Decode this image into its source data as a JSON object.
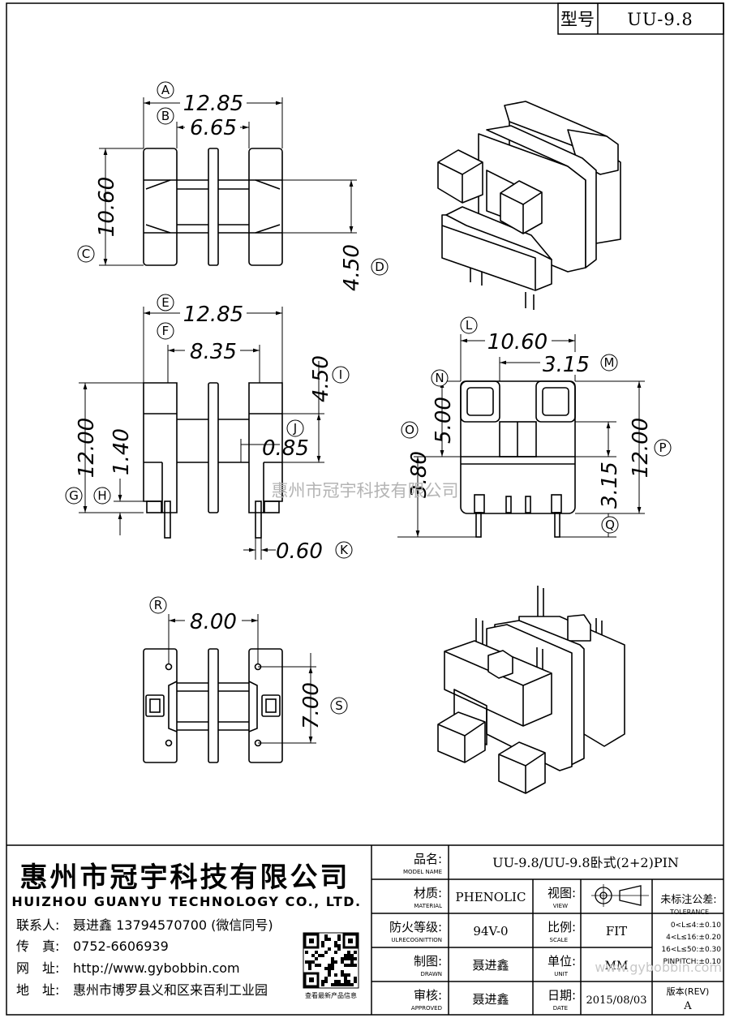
{
  "header": {
    "model_label": "型号",
    "model_value": "UU-9.8"
  },
  "dims": {
    "A": "12.85",
    "B": "6.65",
    "C": "10.60",
    "D": "4.50",
    "E": "12.85",
    "F": "8.35",
    "I": "4.50",
    "J": "0.85",
    "G": "12.00",
    "H": "1.40",
    "K": "0.60",
    "L": "10.60",
    "M": "3.15",
    "N": "5.00",
    "O": "3.80",
    "P": "12.00",
    "Q": "3.15",
    "R": "8.00",
    "S": "7.00"
  },
  "letters": {
    "A": "A",
    "B": "B",
    "C": "C",
    "D": "D",
    "E": "E",
    "F": "F",
    "G": "G",
    "H": "H",
    "I": "I",
    "J": "J",
    "K": "K",
    "L": "L",
    "M": "M",
    "N": "N",
    "O": "O",
    "P": "P",
    "Q": "Q",
    "R": "R",
    "S": "S"
  },
  "watermark": "惠州市冠宇科技有限公司",
  "company": {
    "name_cn": "惠州市冠宇科技有限公司",
    "name_en": "HUIZHOU GUANYU TECHNOLOGY CO., LTD.",
    "contact_label": "联系人:",
    "contact_value": "聂进鑫 13794570700 (微信同号)",
    "fax_label": "传　真:",
    "fax_value": "0752-6606939",
    "web_label": "网　址:",
    "web_value": "http://www.gybobbin.com",
    "addr_label": "地　址:",
    "addr_value": "惠州市博罗县义和区来百利工业园",
    "qr_caption": "查看最新产品信息"
  },
  "titleblock": {
    "name_cn": "品名:",
    "name_en": "MODEL NAME",
    "name_value": "UU-9.8/UU-9.8卧式(2+2)PIN",
    "material_cn": "材质:",
    "material_en": "MATERIAL",
    "material_value": "PHENOLIC",
    "view_cn": "视图:",
    "view_en": "VIEW",
    "fire_cn": "防火等级:",
    "fire_en": "ULRECOGNITTION",
    "fire_value": "94V-0",
    "scale_cn": "比例:",
    "scale_en": "SCALE",
    "scale_value": "FIT",
    "drawn_cn": "制图:",
    "drawn_en": "DRAWN",
    "drawn_value": "聂进鑫",
    "unit_cn": "单位:",
    "unit_en": "UNIT",
    "unit_value": "MM",
    "approved_cn": "审核:",
    "approved_en": "APPROVED",
    "approved_value": "聂进鑫",
    "date_cn": "日期:",
    "date_en": "DATE",
    "date_value": "2015/08/03",
    "tol_title": "未标注公差:",
    "tol_en": "TOLERANCE",
    "tol_1": "0<L≤4:±0.10",
    "tol_2": "4<L≤16:±0.20",
    "tol_3": "16<L≤50:±0.30",
    "tol_4": "PINPITCH:±0.10",
    "rev_label": "版本(REV)",
    "rev_value": "A",
    "web_watermark": "www.gybobbin.com"
  }
}
